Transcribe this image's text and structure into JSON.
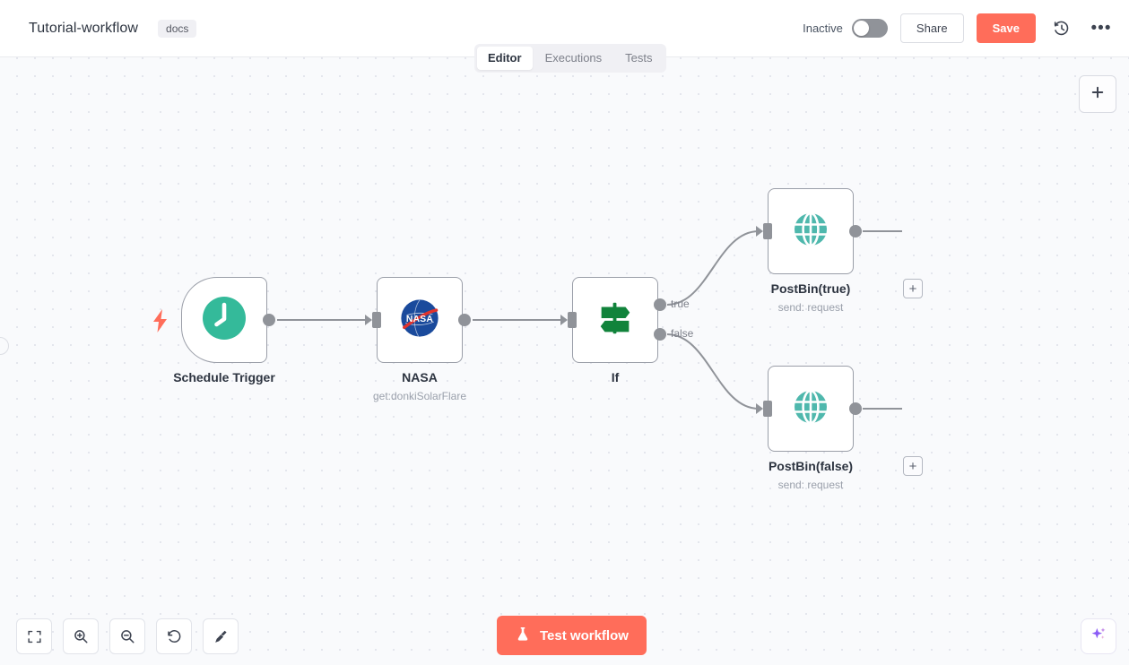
{
  "header": {
    "workflow_title": "Tutorial-workflow",
    "tag": "docs",
    "activator_label": "Inactive",
    "activator_state": "off",
    "share_label": "Share",
    "save_label": "Save",
    "history_icon": "history-icon",
    "more_icon": "ellipsis-icon"
  },
  "tabs": [
    {
      "label": "Editor",
      "active": true
    },
    {
      "label": "Executions",
      "active": false
    },
    {
      "label": "Tests",
      "active": false
    }
  ],
  "canvas": {
    "add_node_icon": "plus-icon",
    "trigger_bolt_icon": "lightning-bolt-icon",
    "nodes": [
      {
        "id": "schedule-trigger",
        "name": "Schedule Trigger",
        "subtitle": "",
        "icon": "clock-icon",
        "type": "trigger"
      },
      {
        "id": "nasa",
        "name": "NASA",
        "subtitle": "get:donkiSolarFlare",
        "icon": "nasa-logo-icon",
        "type": "action"
      },
      {
        "id": "if",
        "name": "If",
        "subtitle": "",
        "icon": "signpost-icon",
        "type": "condition",
        "outputs": [
          "true",
          "false"
        ]
      },
      {
        "id": "postbin-true",
        "name": "PostBin(true)",
        "subtitle": "send: request",
        "icon": "globe-icon",
        "type": "action"
      },
      {
        "id": "postbin-false",
        "name": "PostBin(false)",
        "subtitle": "send: request",
        "icon": "globe-icon",
        "type": "action"
      }
    ],
    "connection_add_label": "+"
  },
  "toolbar": {
    "buttons": [
      {
        "name": "zoom-to-fit-button",
        "icon": "fit-screen-icon"
      },
      {
        "name": "zoom-in-button",
        "icon": "magnifier-plus-icon"
      },
      {
        "name": "zoom-out-button",
        "icon": "magnifier-minus-icon"
      },
      {
        "name": "reset-zoom-button",
        "icon": "undo-icon"
      },
      {
        "name": "tidy-up-button",
        "icon": "broom-icon"
      }
    ]
  },
  "test_workflow": {
    "label": "Test workflow",
    "icon": "flask-icon"
  },
  "assistant": {
    "icon": "ai-sparkle-icon"
  },
  "colors": {
    "accent": "#ff6d5a",
    "trigger_green": "#34ba9a",
    "globe_teal": "#4fb8ad",
    "if_green": "#11833b",
    "nasa_blue": "#1a4a9c",
    "canvas_bg": "#f9fafc",
    "port_gray": "#909399"
  }
}
